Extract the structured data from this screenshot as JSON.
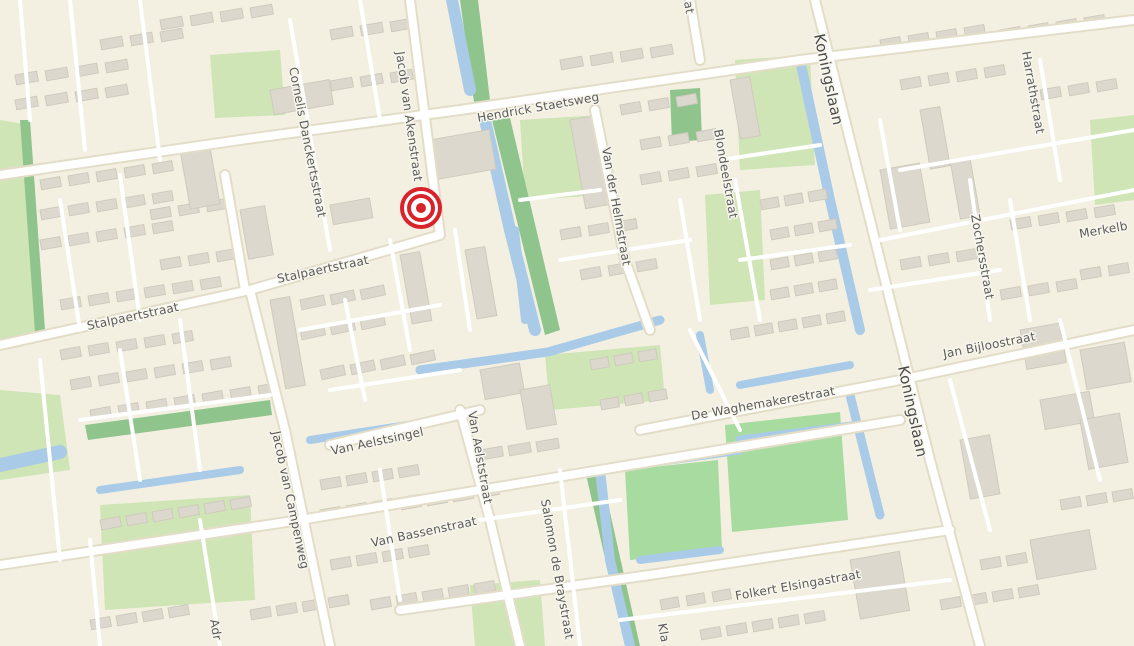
{
  "colors": {
    "land": "#f3f0e2",
    "block": "#ece8d3",
    "building": "#dcd8ce",
    "building_edge": "#cfcabd",
    "road": "#ffffff",
    "road_casing": "#e3ddc8",
    "water": "#a9cbe8",
    "green": "#cfe5b6",
    "green_dark": "#8fc48d",
    "sports": "#a8dba0",
    "marker_red": "#d8232a"
  },
  "marker": {
    "label": "target-marker",
    "icon": "target-icon"
  },
  "streets": {
    "hendrick_staetsweg": "Hendrick Staetsweg",
    "jacob_van_akenstraat": "Jacob van Akenstraat",
    "cornelis_danckertsstraat": "Cornelis Danckertsstraat",
    "van_der_helmstraat": "Van der Helmstraat",
    "blondeelstraat": "Blondeelstraat",
    "koningslaan_top": "Koningslaan",
    "koningslaan_bottom": "Koningslaan",
    "harrathstraat": "Harrathstraat",
    "zochersstraat": "Zochersstraat",
    "merkelbach": "Merkelb",
    "stalpaertstraat_1": "Stalpaertstraat",
    "stalpaertstraat_2": "Stalpaertstraat",
    "jan_bijloostraat": "Jan Bijloostraat",
    "de_waghemakerestraat": "De Waghemakerestraat",
    "van_aelstsingel": "Van Aelstsingel",
    "van_aelststraat": "Van Aelststraat",
    "jacob_van_campenweg": "Jacob van Campenweg",
    "van_bassenstraat": "Van Bassenstraat",
    "salomon_de_braystraat": "Salomon de Braystraat",
    "folkert_elsingastraat": "Folkert Elsingastraat",
    "adr": "Adr",
    "kla": "Kla",
    "top_fragment": "at"
  }
}
